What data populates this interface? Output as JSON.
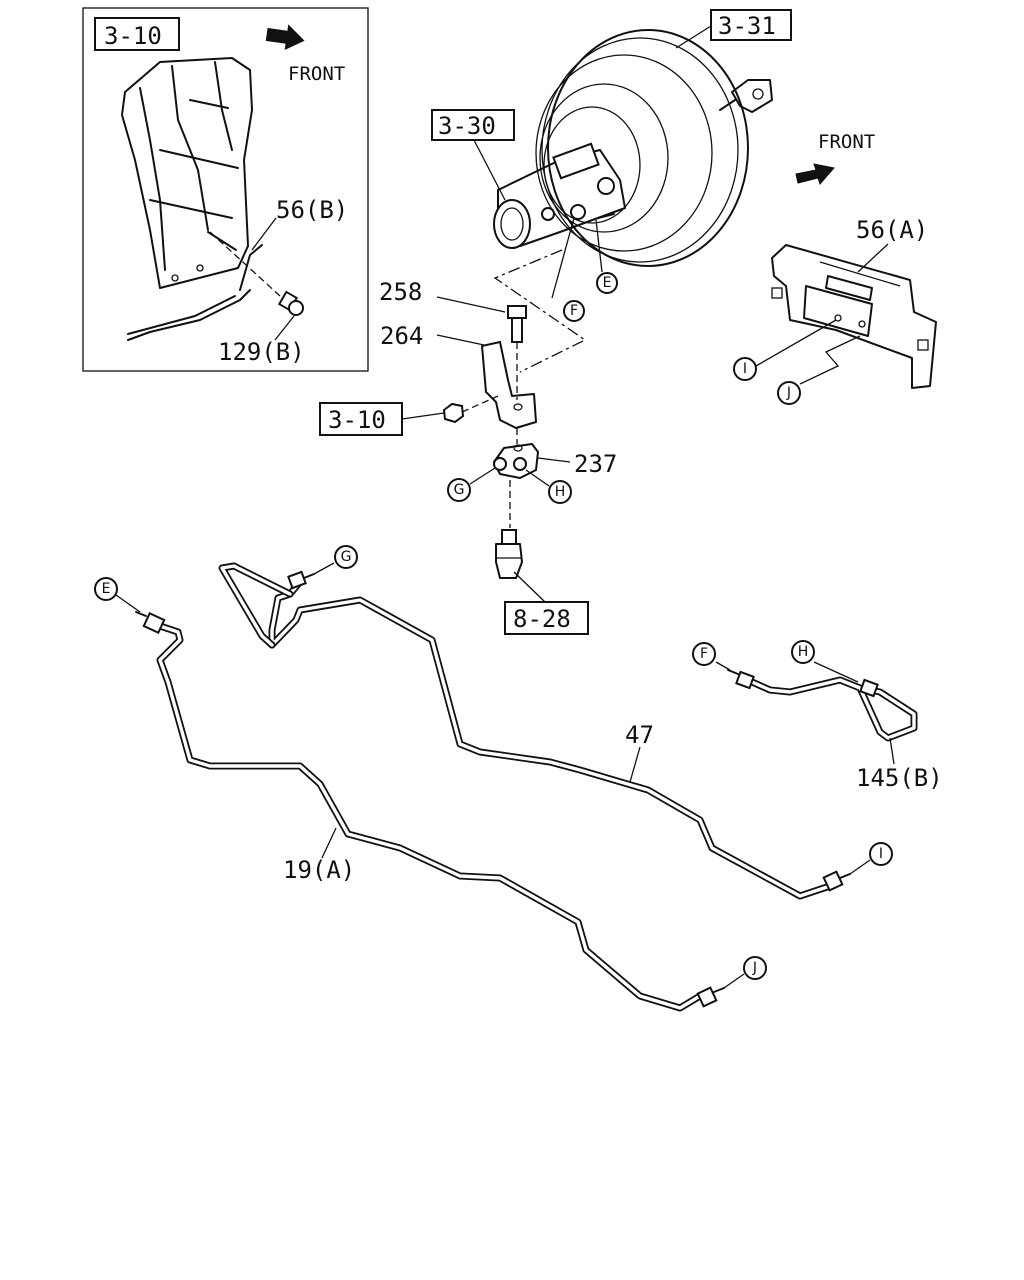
{
  "inset": {
    "ref_box": "3-10",
    "front_label": "FRONT",
    "part_56b": "56(B)",
    "part_129b": "129(B)"
  },
  "refs": {
    "booster": "3-31",
    "master_cylinder": "3-30",
    "bracket_ref": "3-10",
    "sensor_ref": "8-28"
  },
  "front_label_main": "FRONT",
  "parts": {
    "p56a": "56(A)",
    "p258": "258",
    "p264": "264",
    "p237": "237",
    "p47": "47",
    "p19a": "19(A)",
    "p145b": "145(B)"
  },
  "connectors": {
    "E1": "E",
    "F1": "F",
    "G1": "G",
    "H1": "H",
    "I1": "I",
    "J1": "J",
    "G2": "G",
    "E2": "E",
    "F2": "F",
    "H2": "H",
    "I2": "I",
    "J2": "J"
  }
}
